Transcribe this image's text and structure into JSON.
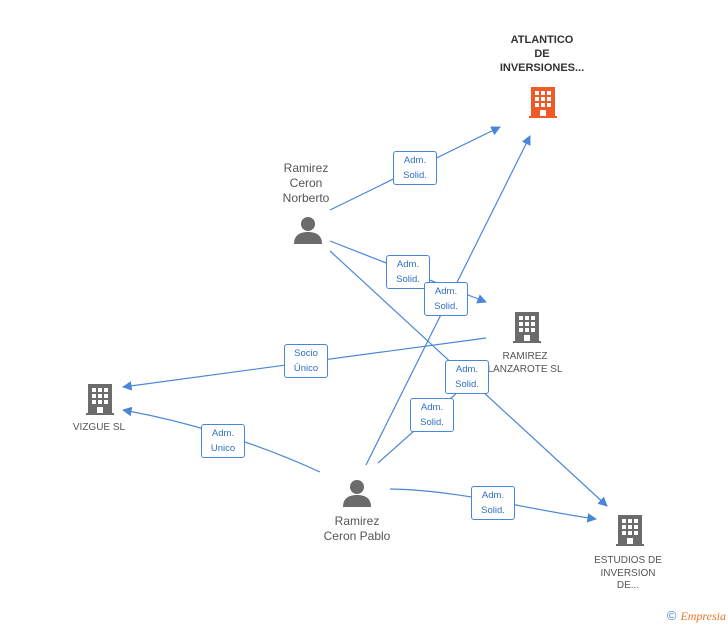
{
  "nodes": {
    "atlantico": {
      "label_lines": [
        "ATLANTICO",
        "DE",
        "INVERSIONES..."
      ],
      "color": "#f05a28",
      "icon": "building-icon"
    },
    "norberto": {
      "label_lines": [
        "Ramirez",
        "Ceron",
        "Norberto"
      ],
      "icon": "person-icon"
    },
    "lanzarote": {
      "label_lines": [
        "RAMIREZ",
        "LANZAROTE SL"
      ],
      "icon": "building-icon"
    },
    "vizgue": {
      "label_lines": [
        "VIZGUE SL"
      ],
      "icon": "building-icon"
    },
    "pablo": {
      "label_lines": [
        "Ramirez",
        "Ceron Pablo"
      ],
      "icon": "person-icon"
    },
    "estudios": {
      "label_lines": [
        "ESTUDIOS DE",
        "INVERSION",
        "DE..."
      ],
      "icon": "building-icon"
    }
  },
  "edges": [
    {
      "from": "norberto",
      "to": "atlantico",
      "label": [
        "Adm.",
        "Solid."
      ]
    },
    {
      "from": "norberto",
      "to": "lanzarote",
      "label": [
        "Adm.",
        "Solid."
      ]
    },
    {
      "from": "norberto",
      "to": "estudios",
      "label": [
        "Adm.",
        "Solid."
      ]
    },
    {
      "from": "pablo",
      "to": "atlantico",
      "label": [
        "Adm.",
        "Solid."
      ]
    },
    {
      "from": "pablo",
      "to": "lanzarote",
      "label": [
        "Adm.",
        "Solid."
      ]
    },
    {
      "from": "pablo",
      "to": "estudios",
      "label": [
        "Adm.",
        "Solid."
      ]
    },
    {
      "from": "pablo",
      "to": "vizgue",
      "label": [
        "Adm.",
        "Unico"
      ]
    },
    {
      "from": "lanzarote",
      "to": "vizgue",
      "label": [
        "Socio",
        "Único"
      ]
    }
  ],
  "colors": {
    "edge": "#4a86d8",
    "company": "#6b6b6b",
    "person": "#6b6b6b",
    "highlight": "#f05a28"
  },
  "footer": {
    "copyright": "©",
    "brand": "Empresia"
  }
}
